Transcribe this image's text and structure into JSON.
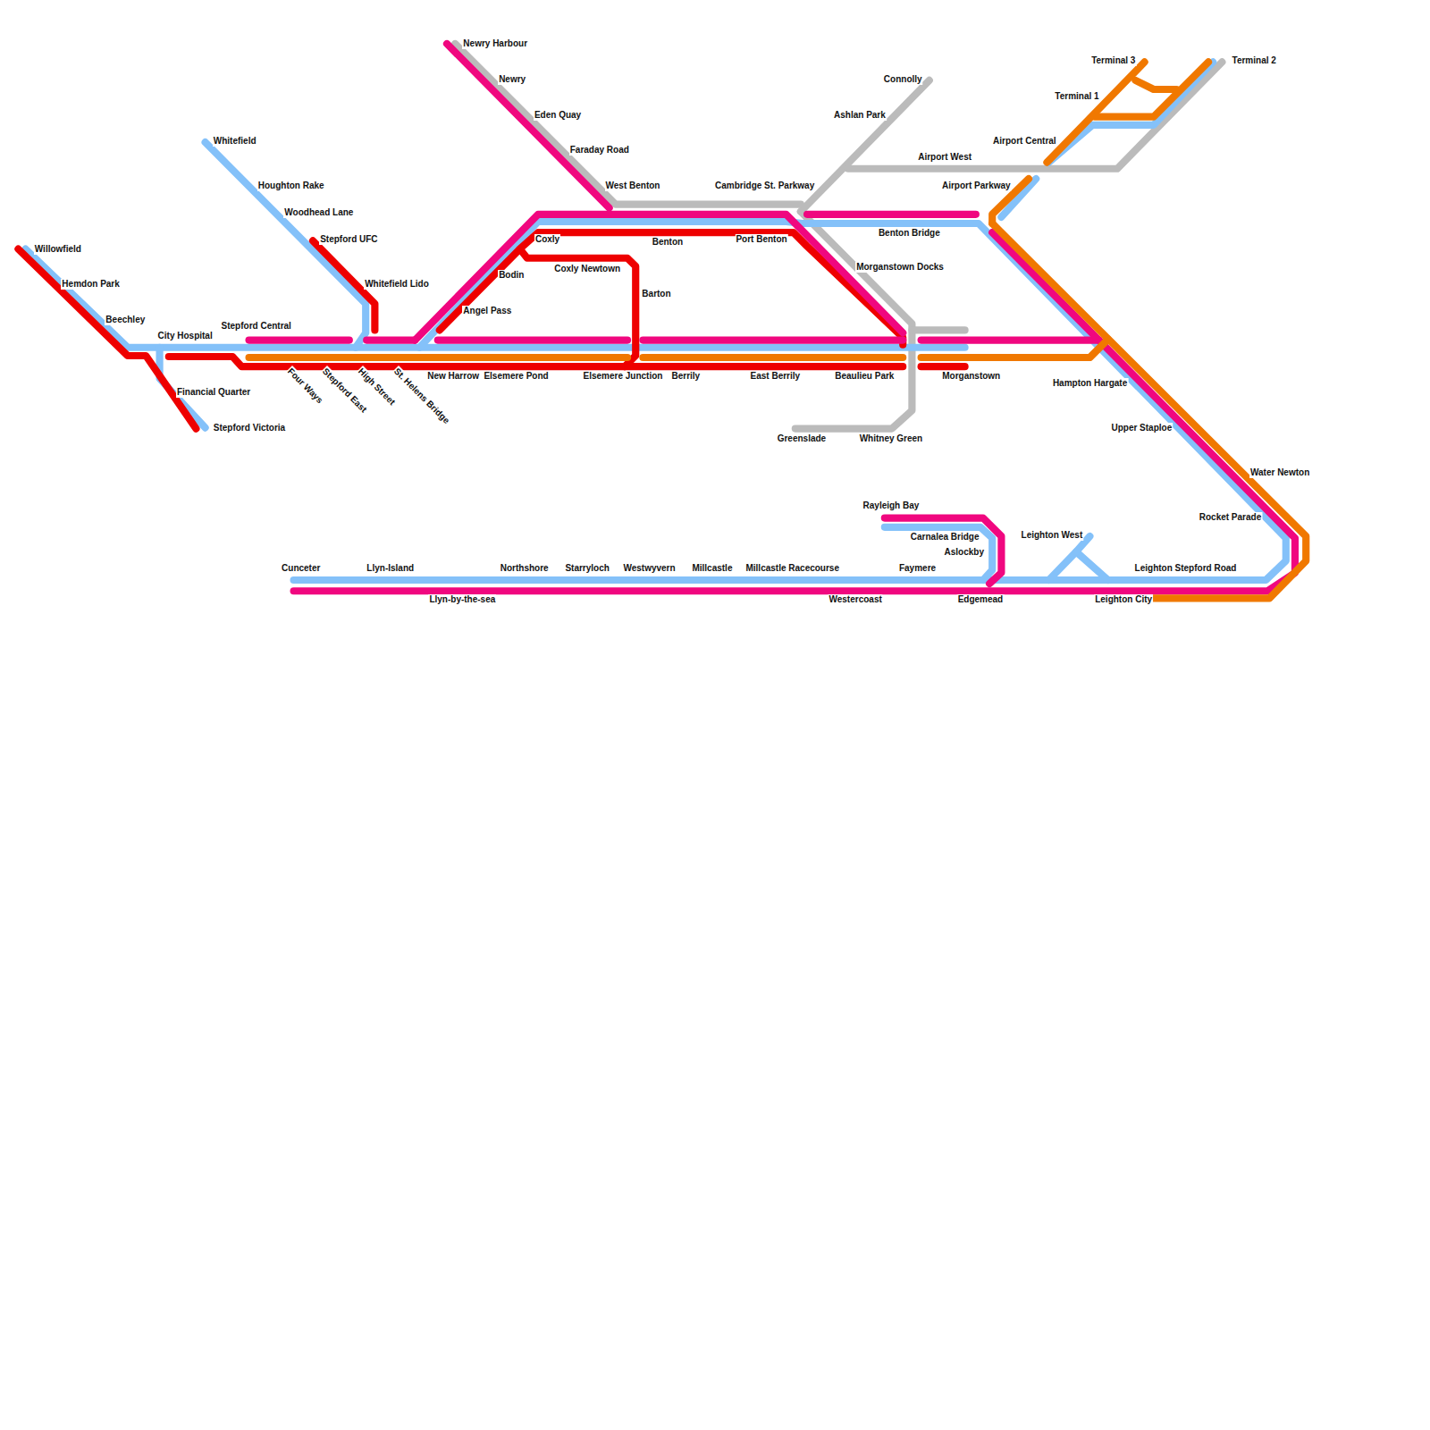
{
  "diagram": {
    "labels": [
      "Newry Harbour",
      "Newry",
      "Eden Quay",
      "Faraday Road",
      "West Benton",
      "Connolly",
      "Ashlan Park",
      "Cambridge St. Parkway",
      "Airport West",
      "Terminal 3",
      "Terminal 1",
      "Terminal 2",
      "Airport Central",
      "Airport Parkway",
      "Whitefield",
      "Houghton Rake",
      "Woodhead Lane",
      "Stepford UFC",
      "Whitefield Lido",
      "Willowfield",
      "Hemdon Park",
      "Beechley",
      "City Hospital",
      "Stepford Central",
      "Financial Quarter",
      "Stepford Victoria",
      "Four Ways",
      "Stepford East",
      "High Street",
      "St. Helens Bridge",
      "Coxly",
      "Bodin",
      "Angel Pass",
      "Coxly Newtown",
      "Barton",
      "Benton",
      "Port Benton",
      "Morganstown Docks",
      "Benton Bridge",
      "New Harrow",
      "Elsemere Pond",
      "Elsemere Junction",
      "Berrily",
      "East Berrily",
      "Beaulieu Park",
      "Morganstown",
      "Greenslade",
      "Whitney Green",
      "Hampton Hargate",
      "Upper Staploe",
      "Water Newton",
      "Rocket Parade",
      "Rayleigh Bay",
      "Carnalea Bridge",
      "Aslockby",
      "Leighton West",
      "Cunceter",
      "Llyn-Island",
      "Llyn-by-the-sea",
      "Northshore",
      "Starryloch",
      "Westwyvern",
      "Millcastle",
      "Millcastle Racecourse",
      "Westercoast",
      "Faymere",
      "Edgemead",
      "Leighton Stepford Road",
      "Leighton City"
    ]
  }
}
